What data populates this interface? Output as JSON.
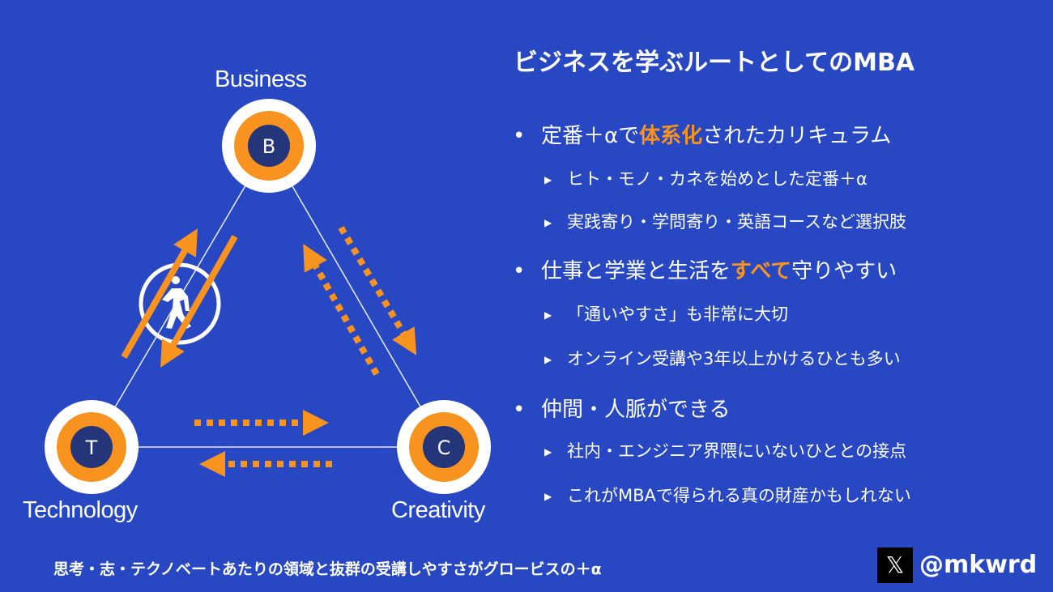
{
  "diagram": {
    "nodes": [
      {
        "label": "Business",
        "letter": "B"
      },
      {
        "label": "Technology",
        "letter": "T"
      },
      {
        "label": "Creativity",
        "letter": "C"
      }
    ],
    "colors": {
      "orange": "#f7931e",
      "navy": "#243579",
      "background": "#2747c3"
    }
  },
  "title": "ビジネスを学ぶルートとしてのMBA",
  "bullets": [
    {
      "pre": "定番＋αで",
      "highlight": "体系化",
      "post": "されたカリキュラム",
      "subs": [
        "ヒト・モノ・カネを始めとした定番＋α",
        "実践寄り・学問寄り・英語コースなど選択肢"
      ]
    },
    {
      "pre": "仕事と学業と生活を",
      "highlight": "すべて",
      "post": "守りやすい",
      "subs": [
        "「通いやすさ」も非常に大切",
        "オンライン受講や3年以上かけるひとも多い"
      ]
    },
    {
      "pre": "仲間・人脈ができる",
      "highlight": "",
      "post": "",
      "subs": [
        "社内・エンジニア界隈にいないひととの接点",
        "これがMBAで得られる真の財産かもしれない"
      ]
    }
  ],
  "footer": "思考・志・テクノベートあたりの領域と抜群の受講しやすさがグロービスの＋α",
  "social": {
    "icon": "x-logo-icon",
    "handle": "@mkwrd"
  }
}
